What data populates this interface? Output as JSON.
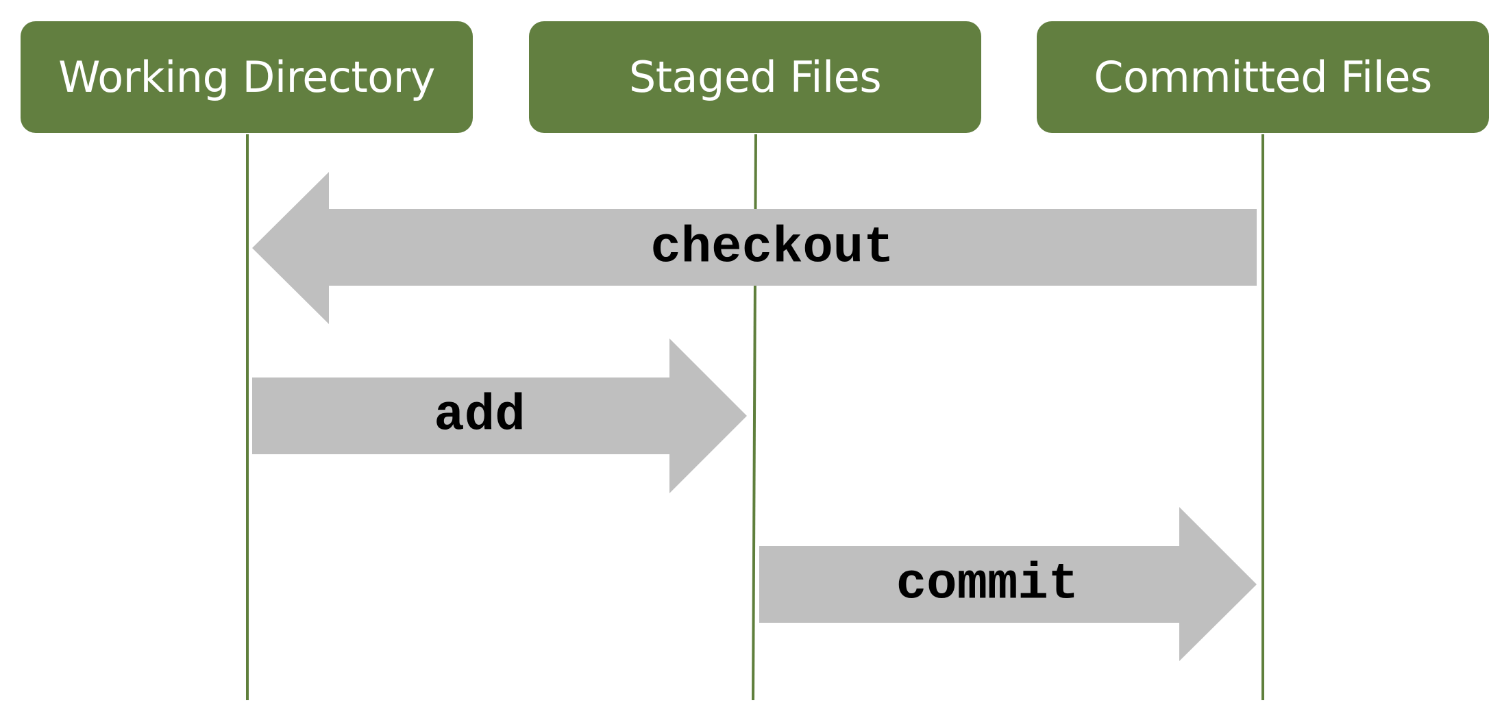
{
  "colors": {
    "header_fill": "#627f40",
    "lane_line": "#5f7f3c",
    "arrow_fill": "#bfbfbf",
    "header_text": "#ffffff",
    "arrow_text": "#000000"
  },
  "lanes": [
    {
      "label": "Working Directory"
    },
    {
      "label": "Staged Files"
    },
    {
      "label": "Committed Files"
    }
  ],
  "arrows": [
    {
      "label": "checkout",
      "from": "Committed Files",
      "to": "Working Directory",
      "direction": "left"
    },
    {
      "label": "add",
      "from": "Working Directory",
      "to": "Staged Files",
      "direction": "right"
    },
    {
      "label": "commit",
      "from": "Staged Files",
      "to": "Committed Files",
      "direction": "right"
    }
  ]
}
